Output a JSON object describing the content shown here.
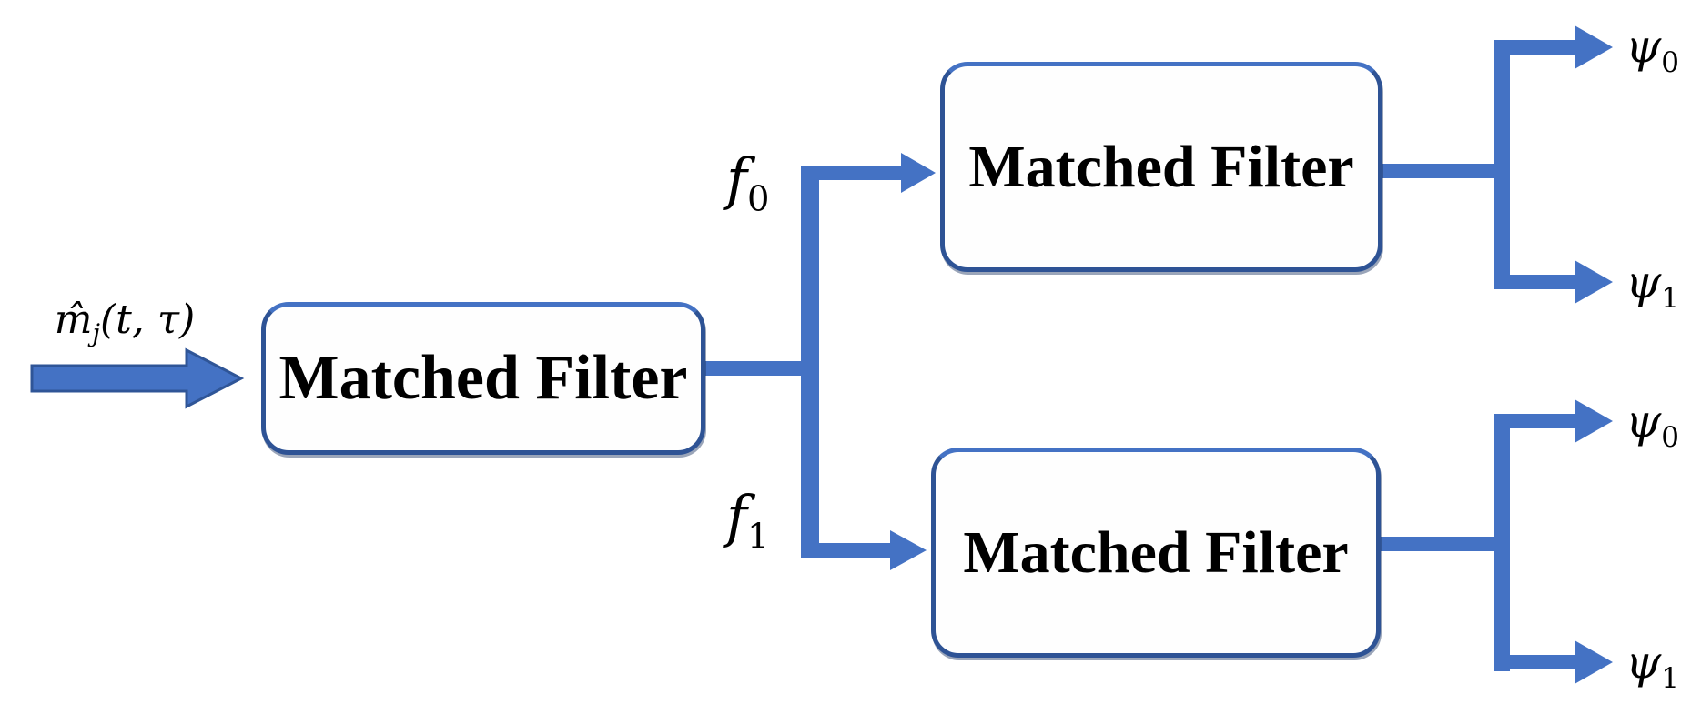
{
  "diagram": {
    "type": "block-diagram",
    "description": "Matched filter cascade: input signal feeds a matched filter whose output splits into two frequency branches, each feeding another matched filter producing two outputs",
    "input_signal": {
      "base": "m̂",
      "sub": "j",
      "args": "(t, τ)"
    },
    "filters": [
      {
        "label": "Matched Filter"
      },
      {
        "label": "Matched Filter"
      },
      {
        "label": "Matched Filter"
      }
    ],
    "branch_labels": [
      {
        "base": "f",
        "sub": "0"
      },
      {
        "base": "f",
        "sub": "1"
      }
    ],
    "output_labels": [
      {
        "base": "ψ",
        "sub": "0"
      },
      {
        "base": "ψ",
        "sub": "1"
      },
      {
        "base": "ψ",
        "sub": "0"
      },
      {
        "base": "ψ",
        "sub": "1"
      }
    ],
    "colors": {
      "wire_blue": "#4472C4",
      "wire_outline": "#2F5597",
      "box_border": "#2E5395",
      "box_fill": "#FEFEFE",
      "text": "#000000"
    }
  }
}
